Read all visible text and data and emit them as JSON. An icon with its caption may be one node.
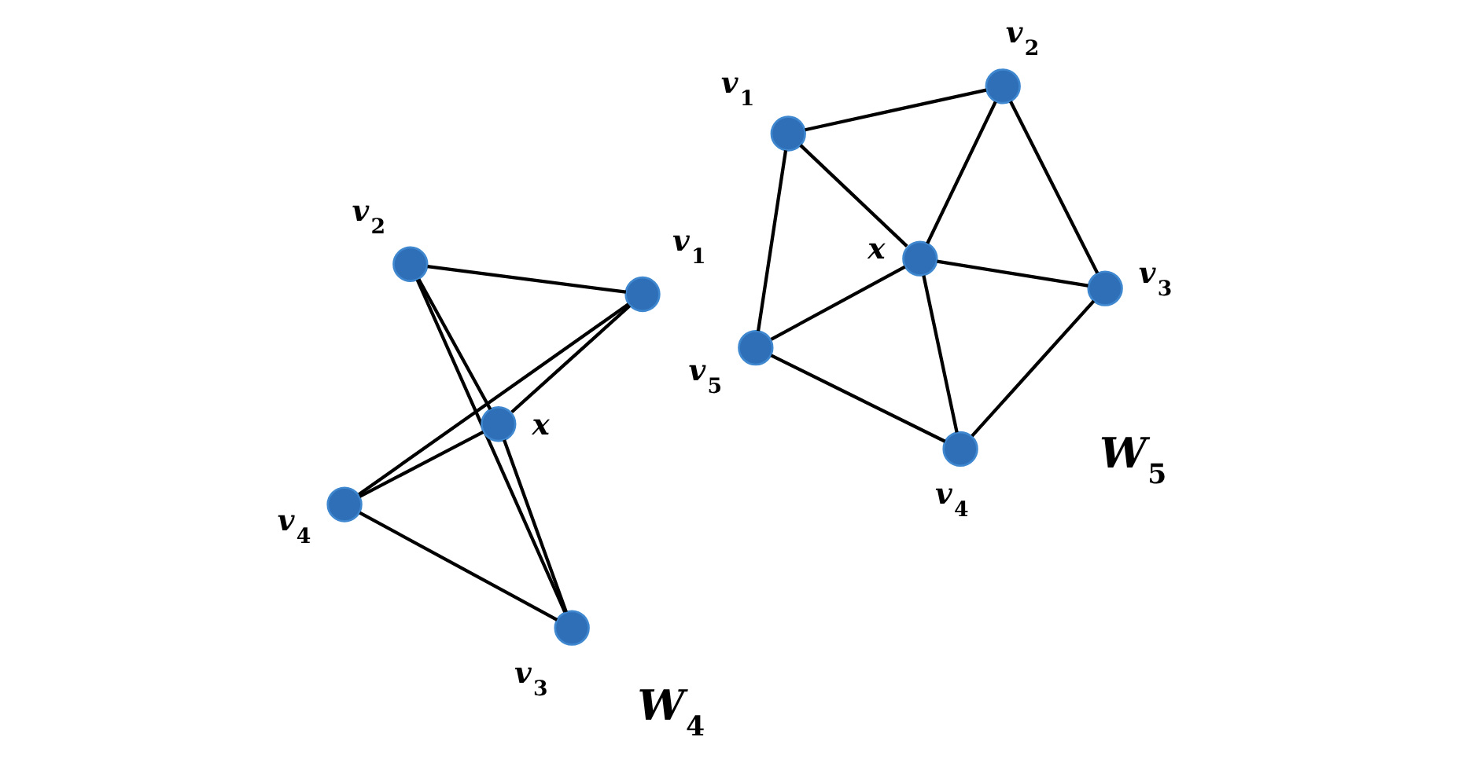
{
  "diagram": {
    "nodes": [
      {
        "text": [],
        "shape": "circle",
        "beside": [
          "v$_{1}$"
        ]
      },
      {
        "text": [],
        "shape": "circle",
        "beside": [
          "v$_{4}$"
        ]
      },
      {
        "text": [],
        "shape": "circle",
        "beside": [
          "x"
        ]
      },
      {
        "text": [],
        "shape": "circle",
        "beside": [
          "v$_{2}$"
        ]
      },
      {
        "text": [],
        "shape": "circle",
        "beside": [
          "v$_{3}$"
        ]
      },
      {
        "text": [],
        "shape": "circle",
        "beside": [
          "v$_{1}$"
        ]
      },
      {
        "text": [],
        "shape": "circle",
        "beside": [
          "v$_{5}$"
        ]
      },
      {
        "text": [],
        "shape": "circle",
        "beside": [
          "v$_{2}$"
        ]
      },
      {
        "text": [],
        "shape": "circle",
        "beside": [
          "x"
        ]
      },
      {
        "text": [],
        "shape": "circle",
        "beside": [
          "v$_{4}$"
        ]
      },
      {
        "text": [],
        "shape": "circle",
        "beside": [
          "v$_{3}$"
        ]
      }
    ],
    "edges": [
      {
        "from": 2,
        "to": 0,
        "arrow": "none"
      },
      {
        "from": 2,
        "to": 3,
        "arrow": "none"
      },
      {
        "from": 2,
        "to": 4,
        "arrow": "none"
      },
      {
        "from": 2,
        "to": 1,
        "arrow": "none"
      },
      {
        "from": 0,
        "to": 3,
        "arrow": "none"
      },
      {
        "from": 3,
        "to": 4,
        "arrow": "none"
      },
      {
        "from": 4,
        "to": 1,
        "arrow": "none"
      },
      {
        "from": 1,
        "to": 0,
        "arrow": "none"
      },
      {
        "from": 8,
        "to": 5,
        "arrow": "none"
      },
      {
        "from": 8,
        "to": 7,
        "arrow": "none"
      },
      {
        "from": 8,
        "to": 10,
        "arrow": "none"
      },
      {
        "from": 8,
        "to": 9,
        "arrow": "none"
      },
      {
        "from": 8,
        "to": 6,
        "arrow": "none"
      },
      {
        "from": 5,
        "to": 7,
        "arrow": "none"
      },
      {
        "from": 7,
        "to": 10,
        "arrow": "none"
      },
      {
        "from": 10,
        "to": 9,
        "arrow": "none"
      },
      {
        "from": 9,
        "to": 6,
        "arrow": "none"
      },
      {
        "from": 6,
        "to": 5,
        "arrow": "none"
      }
    ],
    "labels": [
      "W$_{4}$",
      "W$_{5}$"
    ]
  }
}
